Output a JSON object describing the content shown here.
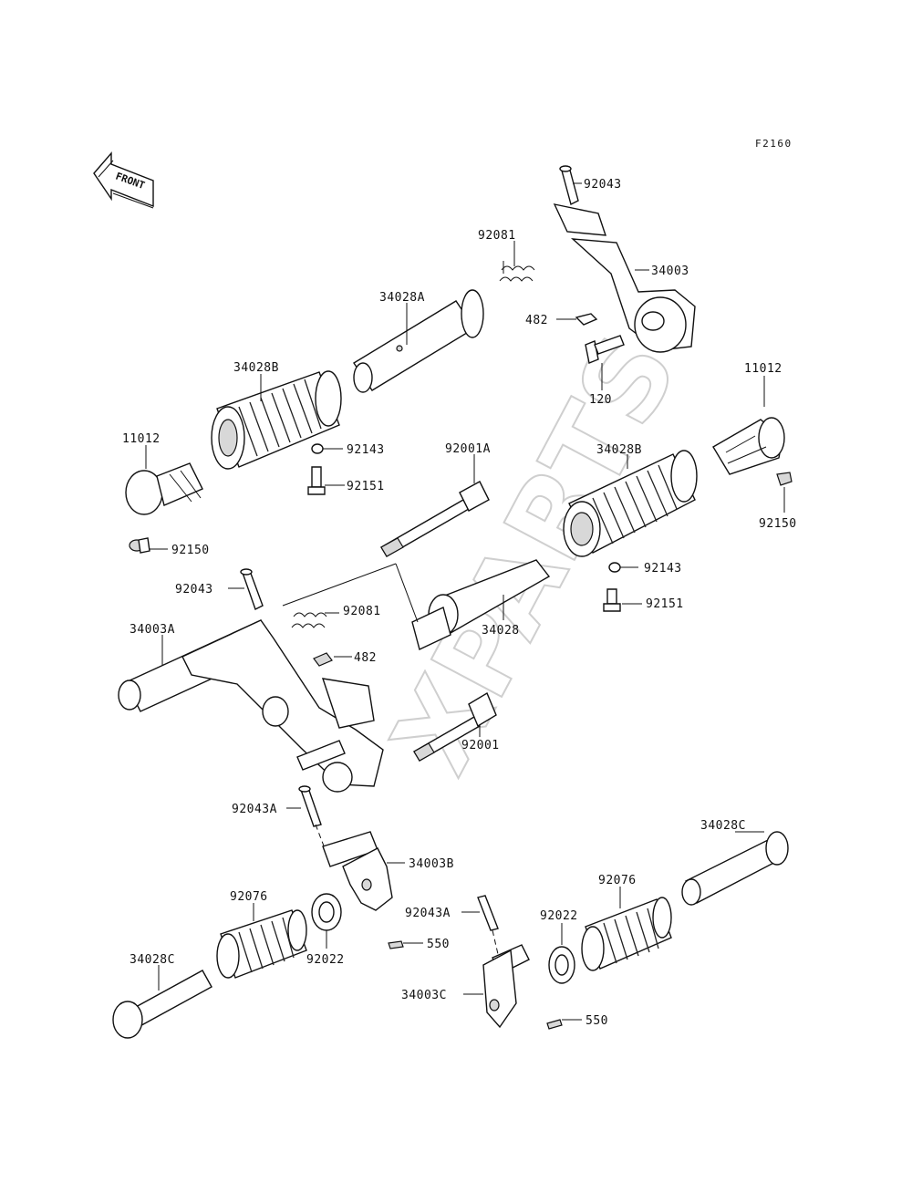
{
  "figure_code": "F2160",
  "orientation_label": "FRONT",
  "watermark": "XPARTS",
  "parts": [
    {
      "id": "92043-top",
      "number": "92043"
    },
    {
      "id": "92081-top",
      "number": "92081"
    },
    {
      "id": "34003",
      "number": "34003"
    },
    {
      "id": "34028A",
      "number": "34028A"
    },
    {
      "id": "482-top",
      "number": "482"
    },
    {
      "id": "120",
      "number": "120"
    },
    {
      "id": "34028B-left",
      "number": "34028B"
    },
    {
      "id": "11012-right",
      "number": "11012"
    },
    {
      "id": "11012-left",
      "number": "11012"
    },
    {
      "id": "92143-left",
      "number": "92143"
    },
    {
      "id": "92001A",
      "number": "92001A"
    },
    {
      "id": "34028B-right",
      "number": "34028B"
    },
    {
      "id": "92151-left",
      "number": "92151"
    },
    {
      "id": "92150-right",
      "number": "92150"
    },
    {
      "id": "92150-left",
      "number": "92150"
    },
    {
      "id": "92143-right",
      "number": "92143"
    },
    {
      "id": "92043-mid",
      "number": "92043"
    },
    {
      "id": "92081-mid",
      "number": "92081"
    },
    {
      "id": "92151-right",
      "number": "92151"
    },
    {
      "id": "34003A",
      "number": "34003A"
    },
    {
      "id": "34028",
      "number": "34028"
    },
    {
      "id": "482-mid",
      "number": "482"
    },
    {
      "id": "92001",
      "number": "92001"
    },
    {
      "id": "92043A-left",
      "number": "92043A"
    },
    {
      "id": "34003B",
      "number": "34003B"
    },
    {
      "id": "34028C-right",
      "number": "34028C"
    },
    {
      "id": "92076-left",
      "number": "92076"
    },
    {
      "id": "92076-right",
      "number": "92076"
    },
    {
      "id": "92043A-right",
      "number": "92043A"
    },
    {
      "id": "92022-right",
      "number": "92022"
    },
    {
      "id": "550-left",
      "number": "550"
    },
    {
      "id": "92022-left",
      "number": "92022"
    },
    {
      "id": "34028C-left",
      "number": "34028C"
    },
    {
      "id": "34003C",
      "number": "34003C"
    },
    {
      "id": "550-right",
      "number": "550"
    }
  ]
}
